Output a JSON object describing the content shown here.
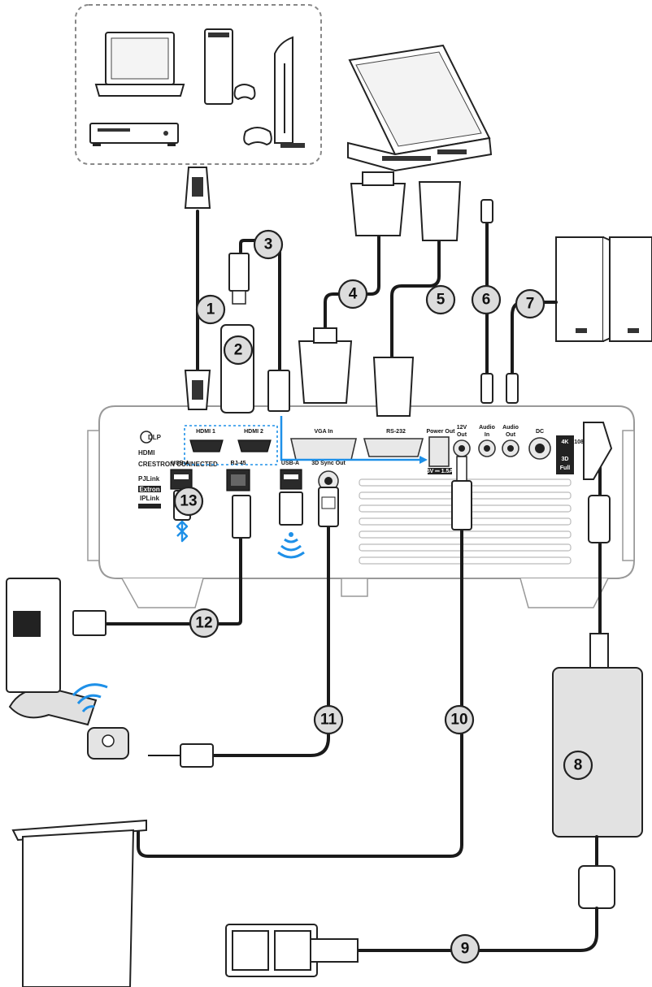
{
  "callouts": [
    "1",
    "2",
    "3",
    "4",
    "5",
    "6",
    "7",
    "8",
    "9",
    "10",
    "11",
    "12",
    "13"
  ],
  "ports": {
    "hdmi1": "HDMI 1",
    "hdmi2": "HDMI 2",
    "vga_in": "VGA In",
    "rs232": "RS-232",
    "power_out": "Power Out",
    "power_out_rating": "5V ⎓ 1.5A",
    "out_12v_line1": "12V",
    "out_12v_line2": "Out",
    "audio_in_line1": "Audio",
    "audio_in_line2": "In",
    "audio_out_line1": "Audio",
    "audio_out_line2": "Out",
    "dc": "DC",
    "usb_a_1": "USB-A",
    "rj45": "RJ-45",
    "usb_a_2": "USB-A",
    "sync_3d": "3D Sync Out"
  },
  "logos": {
    "dlp": "DLP",
    "hdmi": "HDMI",
    "crestron": "CRESTRON CONNECTED",
    "pjlink": "PJLink",
    "extron": "Extron",
    "iplink": "IPLink",
    "badge_4k": "4K",
    "badge_3d": "3D",
    "badge_full": "Full",
    "badge_1080": "1080"
  },
  "colors": {
    "accent": "#1e90e8",
    "callout_fill": "#dcdcdc",
    "line": "#1a1a1a"
  }
}
